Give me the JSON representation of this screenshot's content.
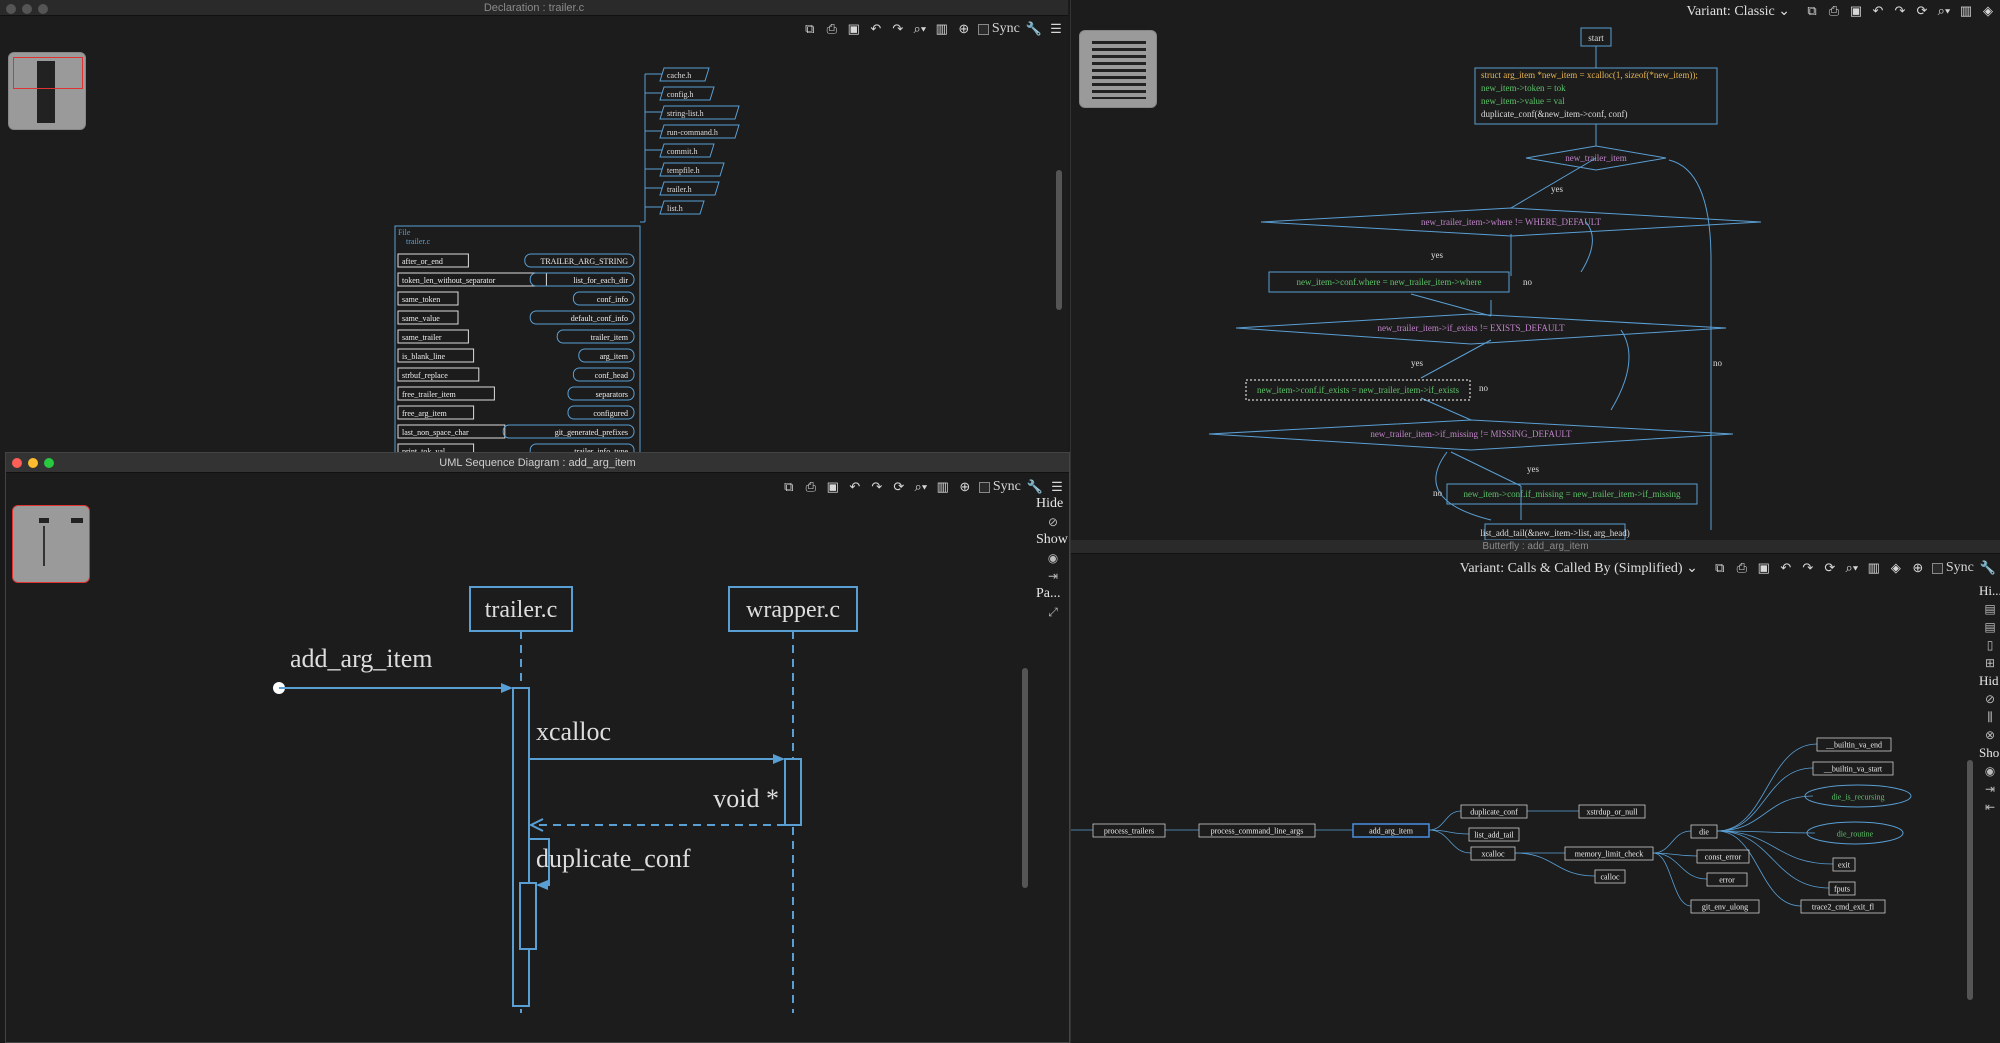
{
  "declaration": {
    "title": "Declaration : trailer.c",
    "sync_label": "Sync",
    "headers": [
      "cache.h",
      "config.h",
      "string-list.h",
      "run-command.h",
      "commit.h",
      "tempfile.h",
      "trailer.h",
      "list.h"
    ],
    "file_label": "File",
    "file_name": "trailer.c",
    "functions": [
      "after_or_end",
      "token_len_without_separator",
      "same_token",
      "same_value",
      "same_trailer",
      "is_blank_line",
      "strbuf_replace",
      "free_trailer_item",
      "free_arg_item",
      "last_non_space_char",
      "print_tok_val"
    ],
    "types": [
      "TRAILER_ARG_STRING",
      "list_for_each_dir",
      "conf_info",
      "default_conf_info",
      "trailer_item",
      "arg_item",
      "conf_head",
      "separators",
      "configured",
      "git_generated_prefixes",
      "trailer_info_type"
    ]
  },
  "flowchart": {
    "variant": "Variant: Classic",
    "start": "start",
    "stmt_lines": [
      "struct arg_item *new_item = xcalloc(1, sizeof(*new_item));",
      "new_item->token = tok",
      "new_item->value = val",
      "duplicate_conf(&new_item->conf, conf)"
    ],
    "decision1": "new_trailer_item",
    "decision2": "new_trailer_item->where != WHERE_DEFAULT",
    "assign1": "new_item->conf.where = new_trailer_item->where",
    "decision3": "new_trailer_item->if_exists != EXISTS_DEFAULT",
    "assign2": "new_item->conf.if_exists = new_trailer_item->if_exists",
    "decision4": "new_trailer_item->if_missing != MISSING_DEFAULT",
    "assign3": "new_item->conf.if_missing = new_trailer_item->if_missing",
    "final": "list_add_tail(&new_item->list, arg_head)",
    "yes": "yes",
    "no": "no"
  },
  "sequence": {
    "title": "UML Sequence Diagram : add_arg_item",
    "sync_label": "Sync",
    "lifeline1": "trailer.c",
    "lifeline2": "wrapper.c",
    "entry": "add_arg_item",
    "call1": "xcalloc",
    "return1": "void *",
    "call2": "duplicate_conf",
    "side": [
      "Hide",
      "Show",
      "Pa..."
    ]
  },
  "butterfly": {
    "title": "Butterfly : add_arg_item",
    "variant": "Variant: Calls & Called By (Simplified)",
    "sync_label": "Sync",
    "nodes": [
      "process_trailers",
      "process_command_line_args",
      "add_arg_item",
      "duplicate_conf",
      "xstrdup_or_null",
      "list_add_tail",
      "xcalloc",
      "memory_limit_check",
      "calloc",
      "die",
      "const_error",
      "error",
      "git_env_ulong",
      "__builtin_va_end",
      "__builtin_va_start",
      "die_is_recursing",
      "die_routine",
      "exit",
      "fputs",
      "trace2_cmd_exit_fl"
    ],
    "side": [
      "Hi...",
      "Hid",
      "Sho"
    ]
  },
  "colors": {
    "accent": "#5a9fd4",
    "green": "#5ec26a",
    "purple": "#c084c9",
    "bg": "#1c1c1c"
  }
}
